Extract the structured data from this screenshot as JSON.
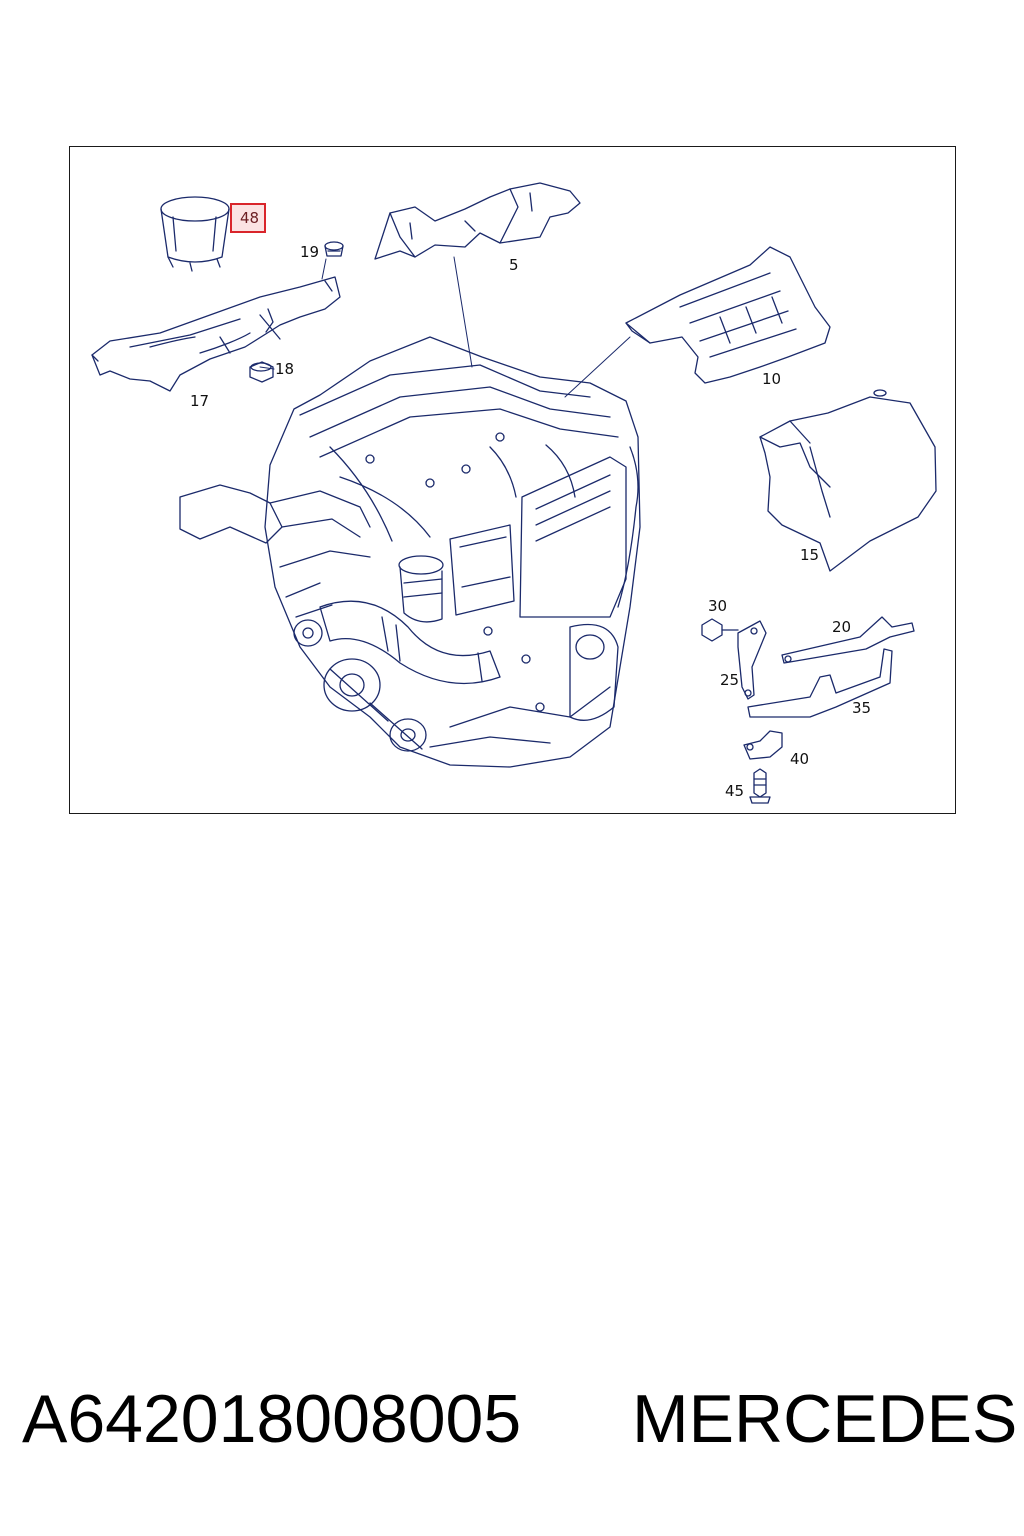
{
  "diagram": {
    "callouts": [
      {
        "id": "48",
        "label": "48",
        "highlighted": true
      },
      {
        "id": "19",
        "label": "19"
      },
      {
        "id": "5",
        "label": "5"
      },
      {
        "id": "17",
        "label": "17"
      },
      {
        "id": "18",
        "label": "18"
      },
      {
        "id": "10",
        "label": "10"
      },
      {
        "id": "15",
        "label": "15"
      },
      {
        "id": "30",
        "label": "30"
      },
      {
        "id": "20",
        "label": "20"
      },
      {
        "id": "25",
        "label": "25"
      },
      {
        "id": "35",
        "label": "35"
      },
      {
        "id": "40",
        "label": "40"
      },
      {
        "id": "45",
        "label": "45"
      }
    ],
    "colors": {
      "line": "#1b2a6b",
      "frame": "#1a1a1a",
      "highlight_border": "#d9252b",
      "highlight_fill": "#fbe3e3"
    }
  },
  "footer": {
    "part_number": "A642018008005",
    "brand": "MERCEDES"
  }
}
